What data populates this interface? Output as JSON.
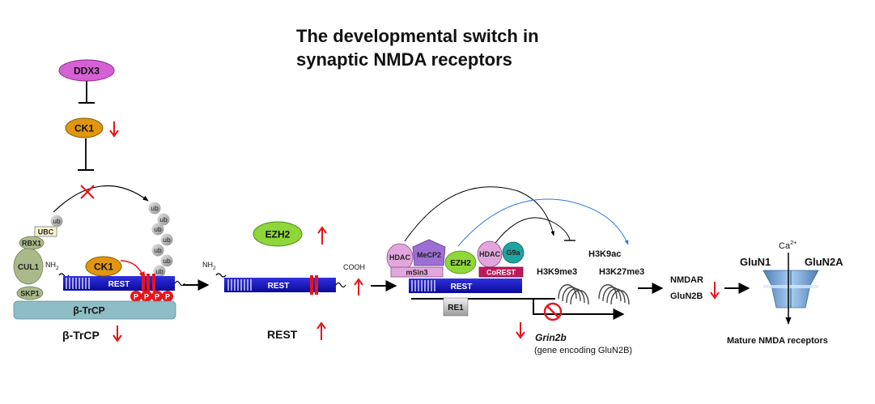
{
  "title": {
    "line1": "The developmental switch in",
    "line2": "synaptic NMDA receptors"
  },
  "stage1": {
    "ddx3": "DDX3",
    "ck1_top": "CK1",
    "ubc": "UBC",
    "ub": "ub",
    "rbx1": "RBX1",
    "cul1": "CUL1",
    "skp1": "SKP1",
    "nh2": "NH",
    "nh2_sub": "2",
    "ck1_bound": "CK1",
    "rest_bar": "REST",
    "p": "P",
    "btrcp_bar": "β-TrCP",
    "btrcp_label": "β-TrCP"
  },
  "stage2": {
    "ezh2": "EZH2",
    "nh2": "NH",
    "nh2_sub": "2",
    "rest_bar": "REST",
    "cooh": "COOH",
    "rest_label": "REST"
  },
  "stage3": {
    "hdac1": "HDAC",
    "mecp2": "MeCP2",
    "msin3": "mSin3",
    "ezh2": "EZH2",
    "hdac2": "HDAC",
    "g9a": "G9a",
    "corest": "CoREST",
    "rest_bar": "REST",
    "re1": "RE1",
    "h3k9ac": "H3K9ac",
    "h3k9me3": "H3K9me3",
    "h3k27me3": "H3K27me3",
    "grin2b": "Grin2b",
    "grin2b_desc": "(gene encoding GluN2B)"
  },
  "stage4": {
    "nmdar": "NMDAR",
    "glun2b": "GluN2B",
    "ca": "Ca",
    "ca_sup": "2+",
    "glun1": "GluN1",
    "glun2a": "GluN2A",
    "mature": "Mature NMDA receptors"
  },
  "colors": {
    "red_arrow": "#e8141b",
    "rest_blue": "#1515c8",
    "ddx3": "#d561d5",
    "ck1": "#e0960f",
    "ezh2": "#8fd63a",
    "btrcp": "#8fbdc6",
    "scaffold": "#a9b98a",
    "hdac": "#e2a6dd",
    "mecp2": "#9d6fd4",
    "g9a": "#1fa3a0",
    "corest": "#c2185b",
    "receptor": "#6f9fd0",
    "blue_arc": "#2e7bd4"
  }
}
